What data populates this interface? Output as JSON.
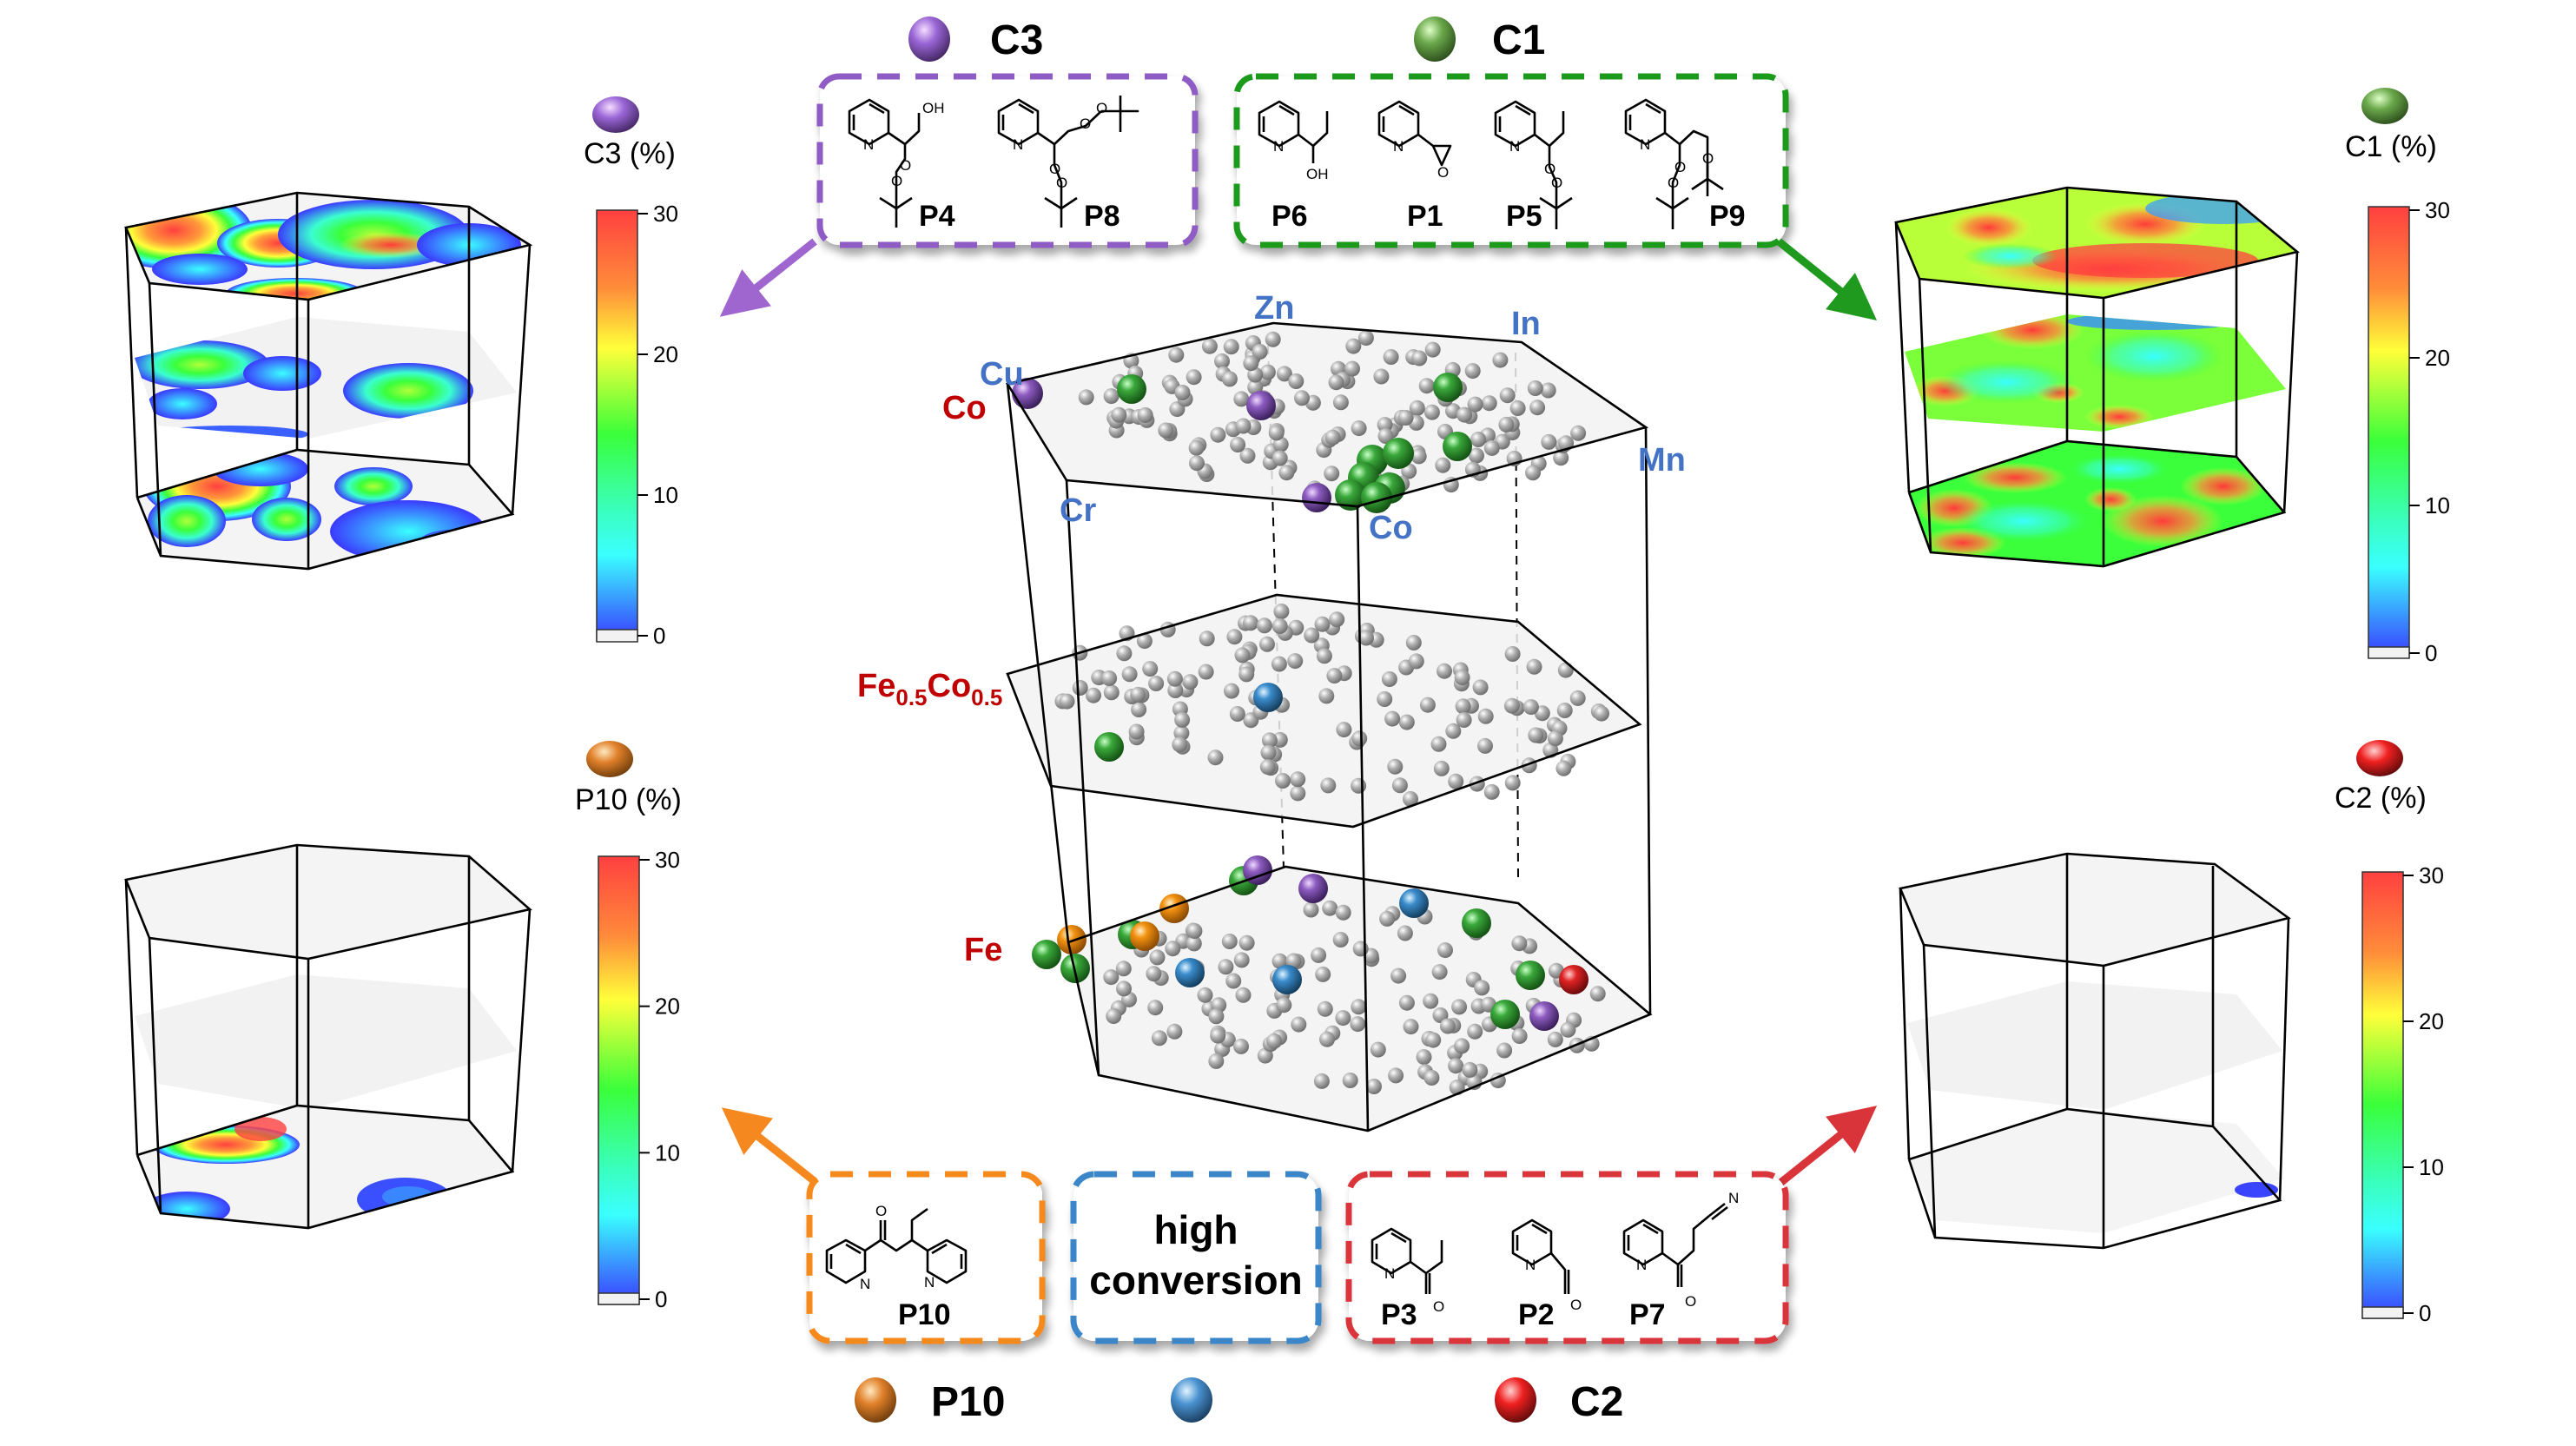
{
  "figure": {
    "top_legend": [
      {
        "label": "C3",
        "color": "#8e5cc4"
      },
      {
        "label": "C1",
        "color": "#5a9a3a"
      }
    ],
    "bottom_legend": [
      {
        "label": "P10",
        "color": "#e67e22"
      },
      {
        "label": "",
        "color": "#3a86c8"
      },
      {
        "label": "C2",
        "color": "#e02020"
      }
    ],
    "boxes": {
      "c3": {
        "color": "#8e5cc4",
        "products": [
          "P4",
          "P8"
        ]
      },
      "c1": {
        "color": "#1f9a1f",
        "products": [
          "P6",
          "P1",
          "P5",
          "P9"
        ]
      },
      "p10": {
        "color": "#f5891f",
        "products": [
          "P10"
        ]
      },
      "high_conversion": {
        "color": "#3a86c8",
        "line1": "high",
        "line2": "conversion"
      },
      "c2": {
        "color": "#d9343a",
        "products": [
          "P3",
          "P2",
          "P7"
        ]
      }
    },
    "atoms": {
      "oh": "OH",
      "o": "O",
      "n": "N"
    },
    "central_hexagon": {
      "top_layer_labels": {
        "corners": [
          "Cu",
          "Zn",
          "In",
          "Mn",
          "Co",
          "Cr"
        ],
        "left_side": "Co"
      },
      "middle_layer_label": {
        "base": "Fe",
        "sub1": "0.5",
        "mid": "Co",
        "sub2": "0.5"
      },
      "bottom_layer_label": "Fe",
      "sphere_colors": {
        "gray": "#a6a6a6",
        "C1": "#2e8b2e",
        "C3": "#7a4aa8",
        "P10": "#e8870f",
        "high_conversion": "#2f7fbf",
        "C2": "#d9262b"
      }
    },
    "panels": [
      {
        "id": "C3",
        "colorbar_title": "C3 (%)",
        "sphere_color": "#8e5cc4"
      },
      {
        "id": "C1",
        "colorbar_title": "C1 (%)",
        "sphere_color": "#5a9a3a"
      },
      {
        "id": "P10",
        "colorbar_title": "P10 (%)",
        "sphere_color": "#d8711c"
      },
      {
        "id": "C2",
        "colorbar_title": "C2 (%)",
        "sphere_color": "#e21b1b"
      }
    ],
    "colorbar": {
      "ticks": [
        "30",
        "20",
        "10",
        "0"
      ],
      "range": [
        0,
        30
      ],
      "stops": [
        "#ff4040",
        "#ff8c3a",
        "#ffff3a",
        "#3aff3a",
        "#3affd0",
        "#3affff",
        "#3a8cff",
        "#3a3aff"
      ],
      "zero_color": "#f2f2f2"
    },
    "arrows": [
      {
        "from": "C3-box",
        "to": "C3-panel",
        "color": "#a066d0"
      },
      {
        "from": "C1-box",
        "to": "C1-panel",
        "color": "#1f9a1f"
      },
      {
        "from": "P10-box",
        "to": "P10-panel",
        "color": "#f5891f"
      },
      {
        "from": "C2-box",
        "to": "C2-panel",
        "color": "#d9343a"
      }
    ]
  }
}
